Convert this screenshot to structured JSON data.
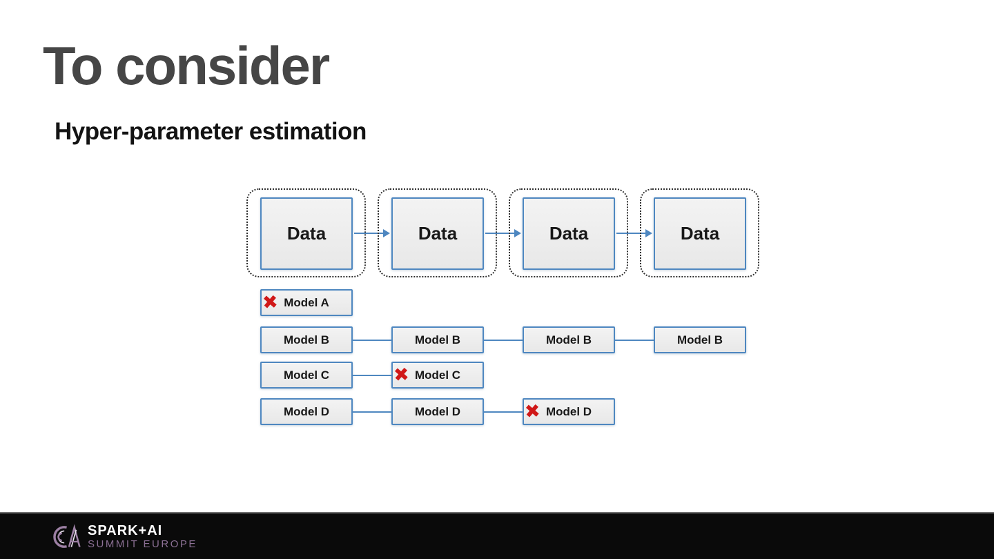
{
  "slide": {
    "title": "To consider",
    "subtitle": "Hyper-parameter estimation"
  },
  "diagram": {
    "data_row": {
      "boxes": [
        {
          "label": "Data"
        },
        {
          "label": "Data"
        },
        {
          "label": "Data"
        },
        {
          "label": "Data"
        }
      ]
    },
    "model_rows": [
      {
        "boxes": [
          {
            "label": "Model A",
            "crossed": true
          }
        ]
      },
      {
        "boxes": [
          {
            "label": "Model B",
            "crossed": false
          },
          {
            "label": "Model B",
            "crossed": false
          },
          {
            "label": "Model B",
            "crossed": false
          },
          {
            "label": "Model B",
            "crossed": false
          }
        ]
      },
      {
        "boxes": [
          {
            "label": "Model C",
            "crossed": false
          },
          {
            "label": "Model C",
            "crossed": true
          }
        ]
      },
      {
        "boxes": [
          {
            "label": "Model D",
            "crossed": false
          },
          {
            "label": "Model D",
            "crossed": false
          },
          {
            "label": "Model D",
            "crossed": true
          }
        ]
      }
    ],
    "cross_glyph": "✖",
    "colors": {
      "node_border": "#4e87c0",
      "node_fill_top": "#f3f3f3",
      "node_fill_bottom": "#e8e8e8",
      "connector": "#4e87c0",
      "cross": "#d01818",
      "outline": "#2f2f2f"
    }
  },
  "footer": {
    "brand_name": "SPARK+AI",
    "brand_event": "SUMMIT EUROPE",
    "colors": {
      "bar": "#0a0a0a",
      "brand_name": "#ffffff",
      "brand_event": "#8c7095",
      "logo": "#9d80a4"
    }
  }
}
